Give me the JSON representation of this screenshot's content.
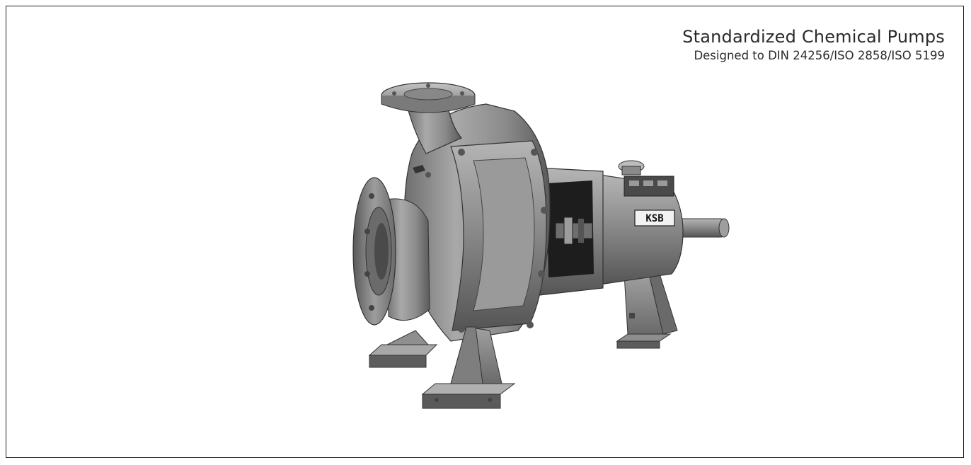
{
  "header": {
    "title": "Standardized Chemical Pumps",
    "subtitle": "Designed to DIN 24256/ISO 2858/ISO 5199"
  },
  "product_image": {
    "subject": "pump-icon",
    "logo_text": "KSB"
  },
  "colors": {
    "border": "#222222",
    "text": "#2a2a2a",
    "metal_dark": "#3a3a3a",
    "metal_mid": "#7a7a7a",
    "metal_light": "#b8b8b8"
  }
}
